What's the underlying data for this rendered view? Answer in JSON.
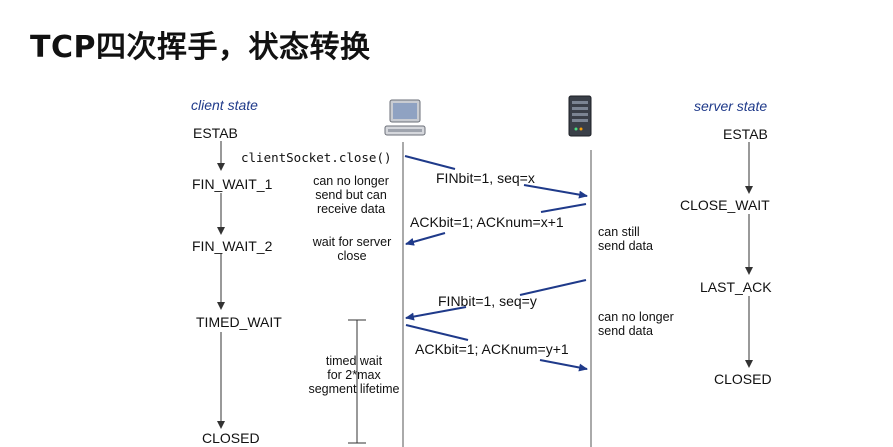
{
  "page_title": "TCP四次挥手，状态转换",
  "headers": {
    "client": "client state",
    "server": "server state"
  },
  "client_states": [
    "ESTAB",
    "FIN_WAIT_1",
    "FIN_WAIT_2",
    "TIMED_WAIT",
    "CLOSED"
  ],
  "server_states": [
    "ESTAB",
    "CLOSE_WAIT",
    "LAST_ACK",
    "CLOSED"
  ],
  "call": "clientSocket.close()",
  "notes": {
    "fw1": [
      "can no longer",
      "send but can",
      "receive data"
    ],
    "fw2": [
      "wait for server",
      "close"
    ],
    "still": [
      "can still",
      "send data"
    ],
    "nolonger": [
      "can no longer",
      "send data"
    ],
    "timed": [
      "timed wait",
      "for 2*max",
      "segment lifetime"
    ]
  },
  "messages": [
    "FINbit=1, seq=x",
    "ACKbit=1; ACKnum=x+1",
    "FINbit=1, seq=y",
    "ACKbit=1; ACKnum=y+1"
  ],
  "icons": {
    "client": "computer-icon",
    "server": "server-icon"
  },
  "colors": {
    "arrow": "#1f3a8a",
    "text": "#111111"
  }
}
